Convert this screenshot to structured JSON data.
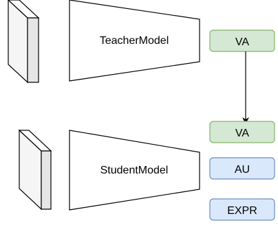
{
  "teacher": {
    "label": "TeacherModel",
    "outputs": [
      {
        "label": "VA",
        "kind": "va"
      }
    ]
  },
  "student": {
    "label": "StudentModel",
    "outputs": [
      {
        "label": "VA",
        "kind": "va"
      },
      {
        "label": "AU",
        "kind": "au"
      },
      {
        "label": "EXPR",
        "kind": "expr"
      }
    ]
  },
  "colors": {
    "va_fill": "#d5e8d4",
    "va_stroke": "#82b366",
    "blue_fill": "#dae8fc",
    "blue_stroke": "#6c8ebf",
    "slab_front": "#e6e6e6",
    "slab_side": "#f5f5f5",
    "stroke": "#000000"
  }
}
